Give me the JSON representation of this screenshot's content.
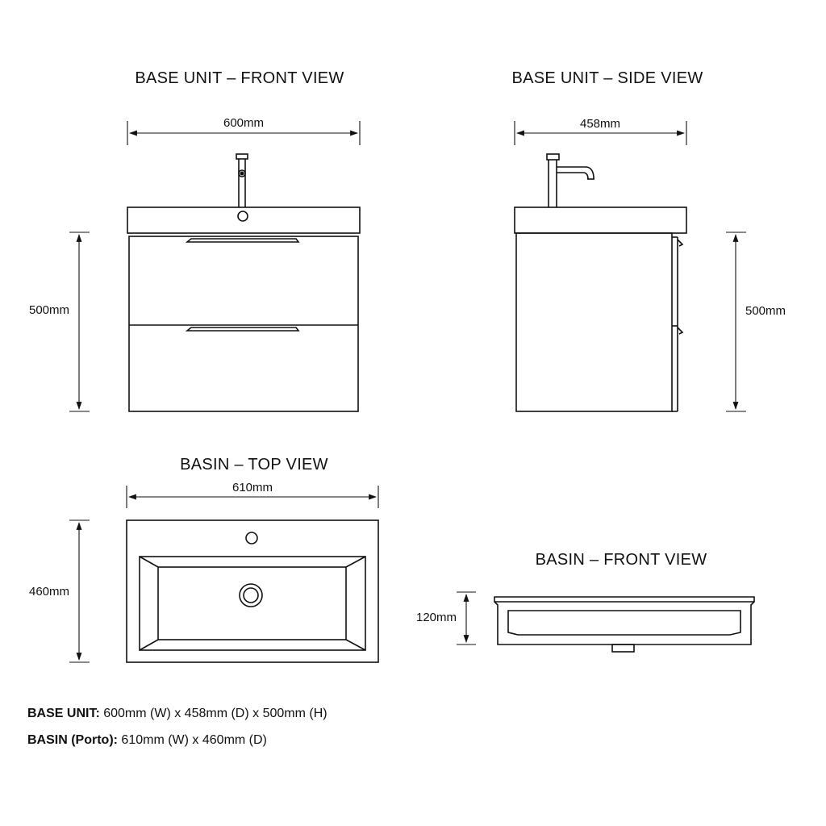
{
  "views": {
    "base_front": {
      "title": "BASE UNIT – FRONT VIEW",
      "width": "600mm",
      "height": "500mm"
    },
    "base_side": {
      "title": "BASE UNIT – SIDE VIEW",
      "depth": "458mm",
      "height": "500mm"
    },
    "basin_top": {
      "title": "BASIN – TOP VIEW",
      "width": "610mm",
      "depth": "460mm"
    },
    "basin_front": {
      "title": "BASIN – FRONT VIEW",
      "height": "120mm"
    }
  },
  "specs": {
    "base_unit": {
      "label": "BASE UNIT:",
      "value": " 600mm (W) x 458mm (D) x 500mm (H)"
    },
    "basin": {
      "label": "BASIN (Porto):",
      "value": " 610mm (W) x 460mm (D)"
    }
  }
}
